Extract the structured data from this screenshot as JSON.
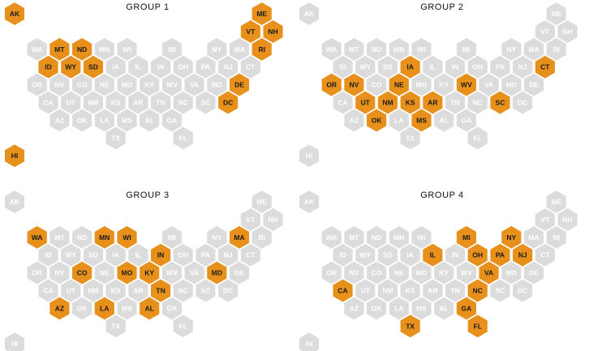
{
  "colors": {
    "highlight": "#e8901c",
    "inactive": "#dcdcdc",
    "highlight_text": "#1a1a1a",
    "inactive_text": "#ffffff"
  },
  "states": [
    {
      "id": "AK",
      "label": "AK",
      "row": 0,
      "col": 0,
      "ml": true
    },
    {
      "id": "ME",
      "label": "ME",
      "row": 0,
      "col": 11,
      "ml": true
    },
    {
      "id": "VT",
      "label": "VT",
      "row": 1,
      "col": 10
    },
    {
      "id": "NH",
      "label": "NH",
      "row": 1,
      "col": 11
    },
    {
      "id": "WA",
      "label": "WA",
      "row": 2,
      "col": 1
    },
    {
      "id": "MT",
      "label": "MT",
      "row": 2,
      "col": 2
    },
    {
      "id": "ND",
      "label": "ND",
      "row": 2,
      "col": 3
    },
    {
      "id": "MN",
      "label": "MN",
      "row": 2,
      "col": 4
    },
    {
      "id": "WI",
      "label": "WI",
      "row": 2,
      "col": 5
    },
    {
      "id": "MI",
      "label": "MI",
      "row": 2,
      "col": 7
    },
    {
      "id": "NY",
      "label": "NY",
      "row": 2,
      "col": 9
    },
    {
      "id": "MA",
      "label": "MA",
      "row": 2,
      "col": 10
    },
    {
      "id": "RI",
      "label": "RI",
      "row": 2,
      "col": 11
    },
    {
      "id": "ID",
      "label": "ID",
      "row": 3,
      "col": 1
    },
    {
      "id": "WY",
      "label": "WY",
      "row": 3,
      "col": 2
    },
    {
      "id": "SD",
      "label": "SD",
      "row": 3,
      "col": 3
    },
    {
      "id": "IA",
      "label": "IA",
      "row": 3,
      "col": 4
    },
    {
      "id": "IL",
      "label": "IL",
      "row": 3,
      "col": 5
    },
    {
      "id": "IN",
      "label": "IN",
      "row": 3,
      "col": 6
    },
    {
      "id": "OH",
      "label": "OH",
      "row": 3,
      "col": 7
    },
    {
      "id": "PA",
      "label": "PA",
      "row": 3,
      "col": 8
    },
    {
      "id": "NJ",
      "label": "NJ",
      "row": 3,
      "col": 9
    },
    {
      "id": "CT",
      "label": "CT",
      "row": 3,
      "col": 10
    },
    {
      "id": "OR",
      "label": "OR",
      "row": 4,
      "col": 1
    },
    {
      "id": "NV",
      "label": "NV",
      "row": 4,
      "col": 2
    },
    {
      "id": "CO",
      "label": "CO",
      "row": 4,
      "col": 3
    },
    {
      "id": "NE",
      "label": "NE",
      "row": 4,
      "col": 4
    },
    {
      "id": "MO",
      "label": "MO",
      "row": 4,
      "col": 5
    },
    {
      "id": "KY",
      "label": "KY",
      "row": 4,
      "col": 6
    },
    {
      "id": "WV",
      "label": "WV",
      "row": 4,
      "col": 7
    },
    {
      "id": "VA",
      "label": "VA",
      "row": 4,
      "col": 8
    },
    {
      "id": "MD",
      "label": "MD",
      "row": 4,
      "col": 9
    },
    {
      "id": "DE",
      "label": "DE",
      "row": 4,
      "col": 10
    },
    {
      "id": "CA",
      "label": "CA",
      "row": 5,
      "col": 1
    },
    {
      "id": "UT",
      "label": "UT",
      "row": 5,
      "col": 2
    },
    {
      "id": "NM",
      "label": "NM",
      "row": 5,
      "col": 3
    },
    {
      "id": "KS",
      "label": "KS",
      "row": 5,
      "col": 4
    },
    {
      "id": "AR",
      "label": "AR",
      "row": 5,
      "col": 5
    },
    {
      "id": "TN",
      "label": "TN",
      "row": 5,
      "col": 6
    },
    {
      "id": "NC",
      "label": "NC",
      "row": 5,
      "col": 7
    },
    {
      "id": "SC",
      "label": "SC",
      "row": 5,
      "col": 8
    },
    {
      "id": "DC",
      "label": "DC",
      "row": 5,
      "col": 9
    },
    {
      "id": "AZ",
      "label": "AZ",
      "row": 6,
      "col": 2
    },
    {
      "id": "OK",
      "label": "OK",
      "row": 6,
      "col": 3
    },
    {
      "id": "LA",
      "label": "LA",
      "row": 6,
      "col": 4
    },
    {
      "id": "MS",
      "label": "MS",
      "row": 6,
      "col": 5
    },
    {
      "id": "AL",
      "label": "AL",
      "row": 6,
      "col": 6
    },
    {
      "id": "GA",
      "label": "GA",
      "row": 6,
      "col": 7
    },
    {
      "id": "TX",
      "label": "TX",
      "row": 7,
      "col": 4
    },
    {
      "id": "FL",
      "label": "FL",
      "row": 7,
      "col": 7
    },
    {
      "id": "HI",
      "label": "HI",
      "row": 8,
      "col": 0,
      "ml": true
    }
  ],
  "groups": [
    {
      "title": "GROUP 1",
      "highlighted": [
        "AK",
        "ME",
        "VT",
        "NH",
        "MT",
        "ND",
        "RI",
        "ID",
        "WY",
        "SD",
        "DE",
        "DC",
        "HI"
      ]
    },
    {
      "title": "GROUP 2",
      "highlighted": [
        "IA",
        "CT",
        "OR",
        "NV",
        "NE",
        "WV",
        "UT",
        "NM",
        "KS",
        "AR",
        "SC",
        "OK",
        "MS"
      ]
    },
    {
      "title": "GROUP 3",
      "highlighted": [
        "WA",
        "MN",
        "WI",
        "MA",
        "IN",
        "CO",
        "MO",
        "KY",
        "MD",
        "TN",
        "AZ",
        "LA",
        "AL"
      ]
    },
    {
      "title": "GROUP 4",
      "highlighted": [
        "MI",
        "NY",
        "IL",
        "OH",
        "PA",
        "NJ",
        "VA",
        "CA",
        "NC",
        "GA",
        "TX",
        "FL"
      ]
    }
  ]
}
